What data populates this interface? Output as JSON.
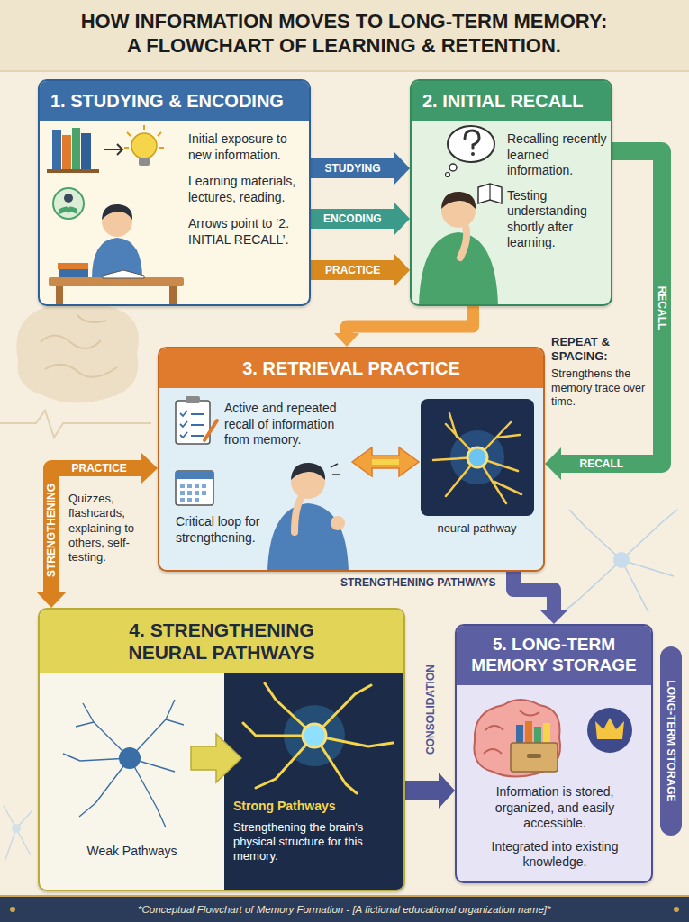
{
  "diagram": {
    "title": "HOW INFORMATION MOVES TO LONG-TERM MEMORY: A FLOWCHART OF LEARNING & RETENTION.",
    "caption": "*Conceptual Flowchart of Memory Formation - [A fictional educational organization name]*",
    "nodes": [
      {
        "text": [
          "1. STUDYING & ENCODING",
          "Initial exposure to new information.",
          "Learning materials, lectures, reading.",
          "Arrows point to ‘2. INITIAL RECALL’."
        ]
      },
      {
        "text": [
          "2. INITIAL RECALL",
          "Recalling recently learned information.",
          "Testing understanding shortly after learning."
        ]
      },
      {
        "text": [
          "3. RETRIEVAL PRACTICE",
          "Active and repeated recall of information from memory.",
          "Critical loop for strengthening.",
          "neural pathway"
        ]
      },
      {
        "text": [
          "4. STRENGTHENING NEURAL PATHWAYS",
          "Weak Pathways",
          "Strong Pathways",
          "Strengthening the brain's physical structure for this memory."
        ]
      },
      {
        "text": [
          "5. LONG-TERM MEMORY STORAGE",
          "Information is stored, organized, and easily accessible.",
          "Integrated into existing knowledge."
        ]
      },
      {
        "text": [
          "LONG-TERM STORAGE"
        ]
      }
    ],
    "edges": [
      {
        "from": 0,
        "to": 1,
        "label": "STUDYING",
        "arrow": "to"
      },
      {
        "from": 0,
        "to": 1,
        "label": "ENCODING",
        "arrow": "to"
      },
      {
        "from": 0,
        "to": 1,
        "label": "PRACTICE",
        "arrow": "to"
      },
      {
        "from": 1,
        "to": 2,
        "arrow": "to"
      },
      {
        "from": 1,
        "to": 2,
        "label": "RECALL",
        "arrow": "to"
      },
      {
        "from": 2,
        "to": 3,
        "label": "STRENGTHENING",
        "arrow": "both"
      },
      {
        "from": 2,
        "to": 4,
        "label": "STRENGTHENING PATHWAYS",
        "arrow": "to"
      },
      {
        "from": 3,
        "to": 4,
        "label": "CONSOLIDATION",
        "arrow": "to"
      }
    ],
    "labels": [
      "REPEAT & SPACING:",
      "Strengthens the memory trace over time.",
      "RECALL",
      "PRACTICE",
      "Quizzes, flashcards, explaining to others, self-testing."
    ]
  }
}
